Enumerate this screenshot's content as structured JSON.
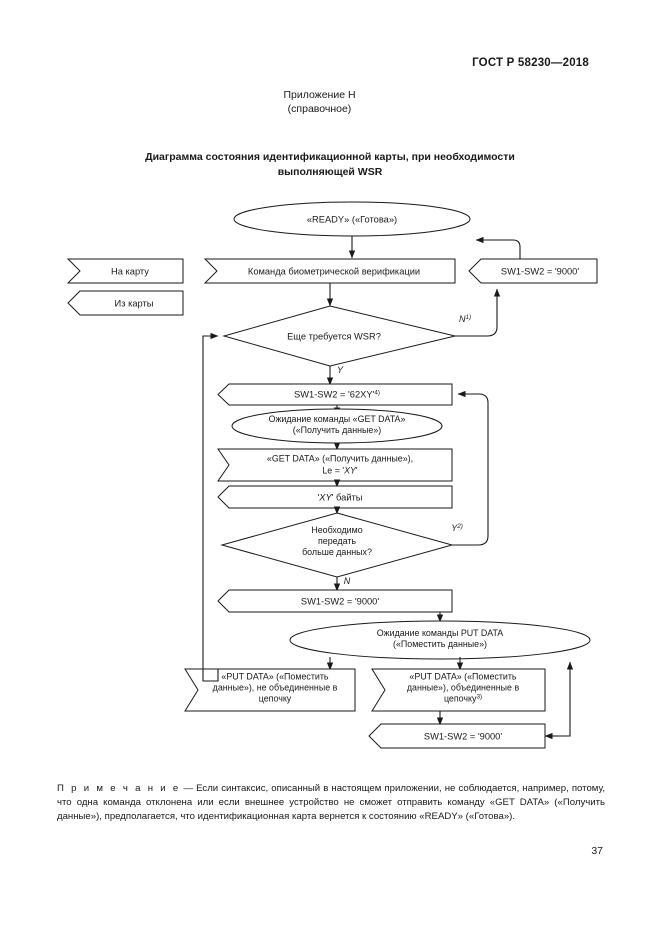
{
  "header": {
    "standard": "ГОСТ Р 58230—2018",
    "page_number": "37"
  },
  "annex": {
    "line1": "Приложение Н",
    "line2": "(справочное)"
  },
  "diagram": {
    "title_line1": "Диаграмма состояния идентификационной карты, при необходимости",
    "title_line2": "выполняющей WSR",
    "legend": {
      "to_card": "На карту",
      "from_card": "Из карты"
    },
    "nodes": {
      "ready": "«READY» («Готова»)",
      "bio_verify_cmd": "Команда биометрической верификации",
      "sw9000_top": "SW1-SW2 = '9000'",
      "need_wsr": "Еще требуется WSR?",
      "sw62xy": "SW1-SW2 = '62XY'",
      "sw62xy_sup": "4)",
      "wait_get_data_l1": "Ожидание команды «GET DATA»",
      "wait_get_data_l2": "(«Получить данные»)",
      "get_data_l1": "«GET DATA» («Получить данные»),",
      "get_data_l2": "Le = 'XY'",
      "xy_bytes": "'XY' байты",
      "more_data_l1": "Необходимо",
      "more_data_l2": "передать",
      "more_data_l3": "больше данных?",
      "sw9000_mid": "SW1-SW2 = '9000'",
      "wait_put_data_l1": "Ожидание команды PUT DATA",
      "wait_put_data_l2": "(«Поместить данные»)",
      "put_data_nochain_l1": "«PUT DATA» («Поместить",
      "put_data_nochain_l2": "данные»), не объединенные в",
      "put_data_nochain_l3": "цепочку",
      "put_data_chain_l1": "«PUT DATA» («Поместить",
      "put_data_chain_l2": "данные»), объединенные в",
      "put_data_chain_l3": "цепочку",
      "put_data_chain_sup": "3)",
      "sw9000_bottom": "SW1-SW2 = '9000'"
    },
    "branch_labels": {
      "wsr_no": "N",
      "wsr_no_sup": "1)",
      "wsr_yes": "Y",
      "more_yes": "Y",
      "more_yes_sup": "2)",
      "more_no": "N"
    }
  },
  "footnote": {
    "label": "П р и м е ч а н и е",
    "dash": " — ",
    "text": "Если синтаксис, описанный в настоящем приложении, не соблюдается, например, потому, что одна команда отклонена или если внешнее устройство не сможет отправить команду «GET DATA» («Получить данные»), предполагается, что идентификационная карта вернется к состоянию «READY» («Готова»)."
  }
}
